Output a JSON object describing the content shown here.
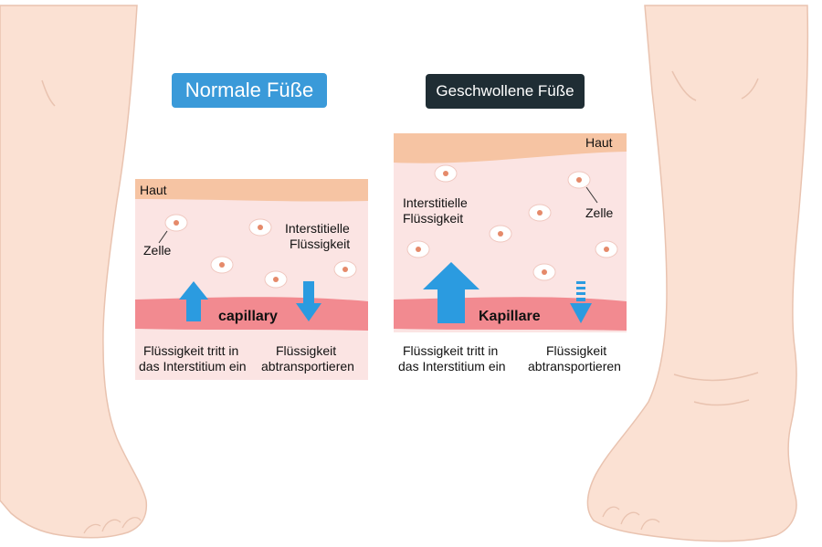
{
  "normal_panel": {
    "title": "Normale Füße",
    "skin_label": "Haut",
    "cell_label": "Zelle",
    "fluid_label_1": "Interstitielle",
    "fluid_label_2": "Flüssigkeit",
    "vessel_label": "capillary",
    "caption_in_1": "Flüssigkeit tritt in",
    "caption_in_2": "das Interstitium ein",
    "caption_out_1": "Flüssigkeit",
    "caption_out_2": "abtransportieren"
  },
  "swollen_panel": {
    "title": "Geschwollene Füße",
    "skin_label": "Haut",
    "cell_label": "Zelle",
    "fluid_label_1": "Interstitielle",
    "fluid_label_2": "Flüssigkeit",
    "vessel_label": "Kapillare",
    "caption_in_1": "Flüssigkeit tritt in",
    "caption_in_2": "das Interstitium ein",
    "caption_out_1": "Flüssigkeit",
    "caption_out_2": "abtransportieren"
  },
  "colors": {
    "skin_tone": "#fbe1d3",
    "skin_outline": "#e9c3b0",
    "skin_layer": "#f6c4a3",
    "tissue": "#fbe1df",
    "capillary": "#f28a90",
    "arrow_blue": "#2b9be0",
    "badge_normal": "#3a9ad9",
    "badge_swollen": "#1f2d34"
  }
}
